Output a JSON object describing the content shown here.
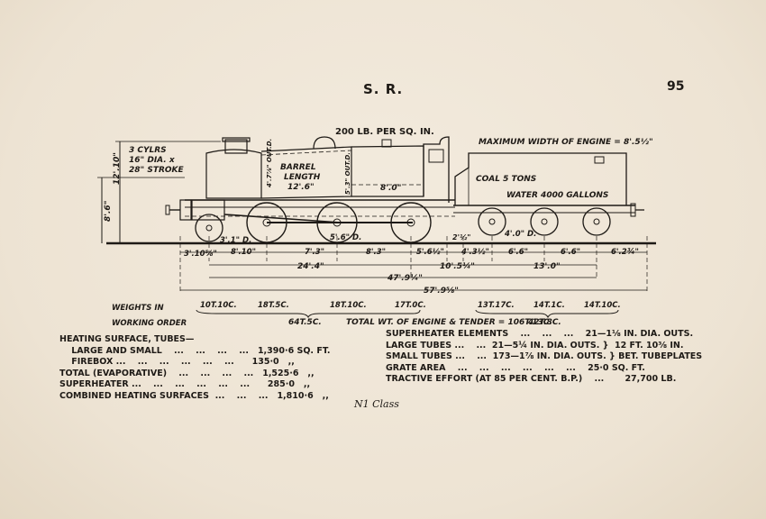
{
  "header": {
    "title": "S. R.",
    "page_number": "95"
  },
  "diagram": {
    "pressure": "200 LB. PER SQ. IN.",
    "max_width": "MAXIMUM WIDTH OF ENGINE = 8'.5½\"",
    "cylinders": [
      "3 CYLRS",
      "16\" DIA. x",
      "28\" STROKE"
    ],
    "height_total": "12'.10\"",
    "height_boiler": "8'.6\"",
    "barrel_label": [
      "BARREL",
      "LENGTH",
      "12'.6\""
    ],
    "boiler_dia_front": "4'.7⅞\" OUT.D.",
    "boiler_dia_rear": "5'.3\" OUT.D.",
    "firebox_length": "8'.0\"",
    "coal": "COAL 5 TONS",
    "water": "WATER 4000 GALLONS",
    "wheel_pony": "3'.1\" D.",
    "wheel_coupled": "5'.6\" D.",
    "wheel_tender": "4'.0\" D.",
    "dims_row1": [
      "3'.10⅝\"",
      "8'.10\"",
      "7'.3\"",
      "8'.3\"",
      "5'.6½\"",
      "2'½\"",
      "4'.3½\"",
      "6'.6\"",
      "6'.6\"",
      "6'.2¾\""
    ],
    "dims_row2": [
      "24'.4\"",
      "10'.5¼\"",
      "13'.0\""
    ],
    "dims_row3": "47'.9¼\"",
    "dims_row4": "57'.9⅝\"",
    "weights_label": [
      "WEIGHTS IN",
      "WORKING ORDER"
    ],
    "axle_weights": [
      "10T.10C.",
      "18T.5C.",
      "18T.10C.",
      "17T.0C.",
      "13T.17C.",
      "14T.1C.",
      "14T.10C."
    ],
    "engine_weight": "64T.5C.",
    "total_weight": "TOTAL WT. OF ENGINE & TENDER = 106T.13C.",
    "tender_weight": "42T.8C."
  },
  "specs_left": [
    "HEATING SURFACE, TUBES—",
    "    LARGE AND SMALL    ...    ...    ...    ...   1,390·6 SQ. FT.",
    "    FIREBOX ...    ...    ...    ...    ...    ...      135·0   ,,",
    "TOTAL (EVAPORATIVE)    ...    ...    ...    ...   1,525·6   ,,",
    "SUPERHEATER ...    ...    ...    ...    ...    ...      285·0   ,,",
    "COMBINED HEATING SURFACES  ...    ...    ...   1,810·6   ,,"
  ],
  "specs_right": [
    "SUPERHEATER ELEMENTS    ...    ...    ...    21—1⅛ IN. DIA. OUTS.",
    "LARGE TUBES ...    ...  21—5¼ IN. DIA. OUTS. }  12 FT. 10⅜ IN.",
    "SMALL TUBES ...    ...  173—1⅞ IN. DIA. OUTS. } BET. TUBEPLATES",
    "GRATE AREA    ...    ...    ...    ...    ...    ...    25·0 SQ. FT.",
    "TRACTIVE EFFORT (AT 85 PER CENT. B.P.)    ...       27,700 LB."
  ],
  "caption": "N1 Class"
}
